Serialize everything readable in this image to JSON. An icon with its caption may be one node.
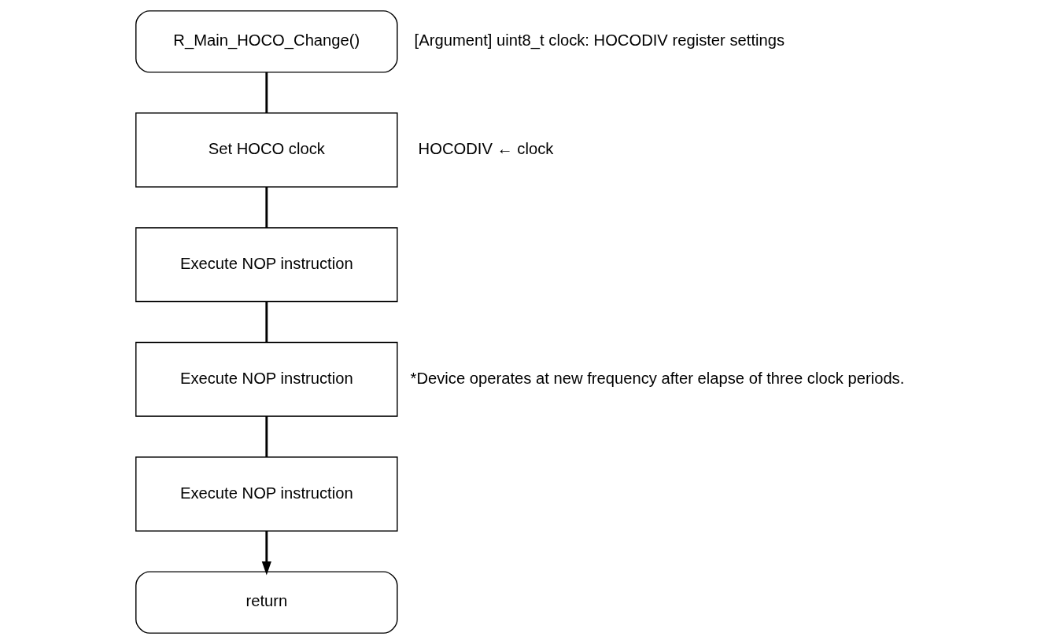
{
  "diagram": {
    "nodes": [
      {
        "text": [
          "R_Main_HOCO_Change()"
        ],
        "beside": [
          "[Argument] uint8_t clock: HOCODIV register settings"
        ]
      },
      {
        "text": [
          "Set HOCO clock"
        ],
        "beside": [
          "HOCODIV ← clock"
        ]
      },
      {
        "text": [
          "Execute NOP instruction"
        ]
      },
      {
        "text": [
          "Execute NOP instruction"
        ]
      },
      {
        "text": [
          "Execute NOP instruction"
        ]
      },
      {
        "text": [
          "return"
        ]
      }
    ],
    "edges": [
      {
        "from": 0,
        "to": 1,
        "arrow": "none"
      },
      {
        "from": 1,
        "to": 2,
        "arrow": "none"
      },
      {
        "from": 2,
        "to": 3,
        "arrow": "none"
      },
      {
        "from": 3,
        "to": 4,
        "arrow": "none"
      },
      {
        "from": 4,
        "to": 5,
        "arrow": "to"
      }
    ],
    "labels": [
      "*Device operates at new frequency after elapse of three clock periods."
    ]
  }
}
